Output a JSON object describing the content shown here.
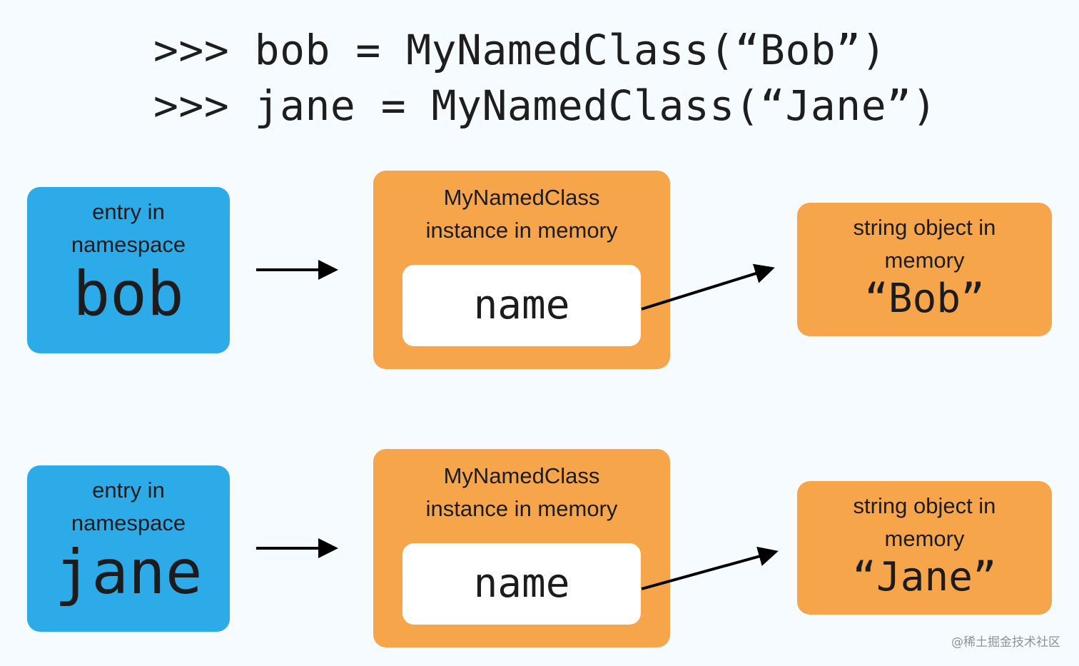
{
  "code": {
    "line1": ">>> bob = MyNamedClass(“Bob”)",
    "line2": ">>> jane = MyNamedClass(“Jane”)"
  },
  "rows": [
    {
      "namespace": {
        "label_line1": "entry in",
        "label_line2": "namespace",
        "variable": "bob"
      },
      "instance": {
        "label_line1": "MyNamedClass",
        "label_line2": "instance in memory",
        "attribute": "name"
      },
      "string_object": {
        "label_line1": "string object in",
        "label_line2": "memory",
        "value": "“Bob”"
      }
    },
    {
      "namespace": {
        "label_line1": "entry in",
        "label_line2": "namespace",
        "variable": "jane"
      },
      "instance": {
        "label_line1": "MyNamedClass",
        "label_line2": "instance in memory",
        "attribute": "name"
      },
      "string_object": {
        "label_line1": "string object in",
        "label_line2": "memory",
        "value": "“Jane”"
      }
    }
  ],
  "colors": {
    "background": "#f5fbfe",
    "namespace_box": "#2daae8",
    "object_box": "#f7a54a",
    "attribute_box": "#ffffff",
    "arrow": "#000000"
  },
  "watermark": "@稀土掘金技术社区"
}
